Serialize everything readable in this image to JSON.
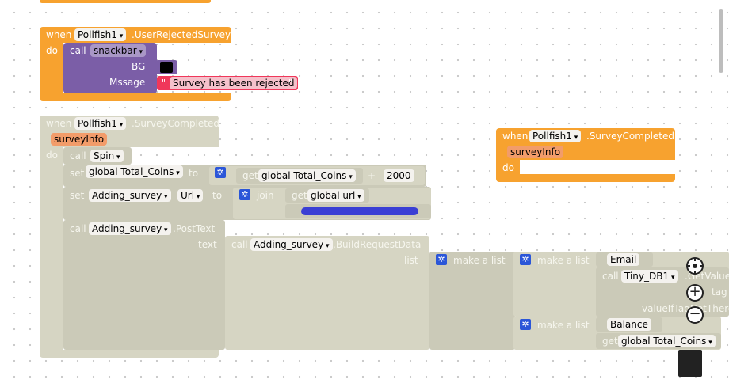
{
  "block1": {
    "when": "when",
    "component": "Pollfish1",
    "event": ".UserRejectedSurvey",
    "do": "do",
    "call": "call",
    "snackbar": "snackbar",
    "bg_label": "BG",
    "msg_label": "Mssage",
    "message_text": "Survey has been rejected",
    "quote": "\""
  },
  "block2": {
    "when": "when",
    "component": "Pollfish1",
    "event": ".SurveyCompleted",
    "param": "surveyInfo",
    "do": "do",
    "call_spin_kw": "call",
    "spin": "Spin",
    "set_kw": "set",
    "global_total_coins": "global Total_Coins",
    "to": "to",
    "get_kw": "get",
    "get_global_total_coins": "global Total_Coins",
    "plus": "+",
    "amount": "2000",
    "set2_kw": "set",
    "adding_survey": "Adding_survey",
    "url": "Url",
    "to2": "to",
    "join": "join",
    "get2_kw": "get",
    "global_url": "global url",
    "call3_kw": "call",
    "adding_survey2": "Adding_survey",
    "post_text": ".PostText",
    "text_label": "text",
    "call4_kw": "call",
    "adding_survey3": "Adding_survey",
    "build_request": ".BuildRequestData",
    "list_label": "list",
    "make_list_1": "make a list",
    "make_list_2": "make a list",
    "email": "Email",
    "call5_kw": "call",
    "tinydb": "Tiny_DB1",
    "get_value": ".GetValue",
    "tag": "tag",
    "value_if_tag": "valueIfTagNotThere",
    "make_list_3": "make a list",
    "balance": "Balance",
    "get3_kw": "get",
    "global_total_coins_3": "global Total_Coins"
  },
  "block3": {
    "when": "when",
    "component": "Pollfish1",
    "event": ".SurveyCompleted",
    "param": "surveyInfo",
    "do": "do"
  },
  "controls": {
    "recenter_icon": "target-icon",
    "zoom_in_icon": "plus-icon",
    "zoom_out_icon": "minus-icon",
    "trash_icon": "trash-icon"
  }
}
